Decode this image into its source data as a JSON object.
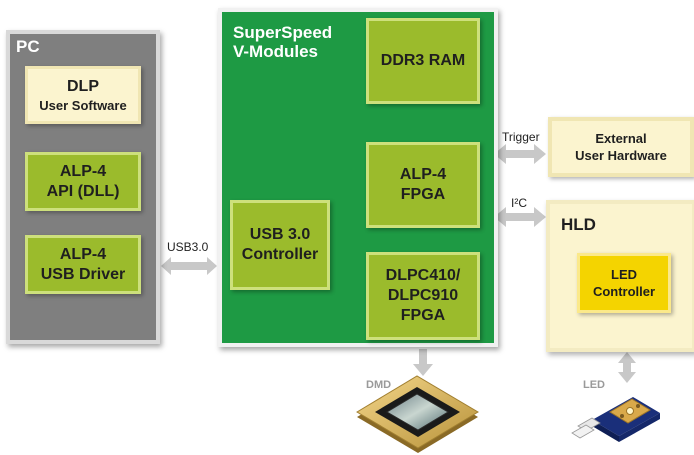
{
  "pc": {
    "title": "PC",
    "software": {
      "line1": "DLP",
      "line2": "User Software"
    },
    "api": {
      "line1": "ALP-4",
      "line2": "API (DLL)"
    },
    "driver": {
      "line1": "ALP-4",
      "line2": "USB Driver"
    }
  },
  "superspeed": {
    "title_line1": "SuperSpeed",
    "title_line2": "V-Modules",
    "ram": "DDR3 RAM",
    "fpga": {
      "line1": "ALP-4",
      "line2": "FPGA"
    },
    "usb": {
      "line1": "USB 3.0",
      "line2": "Controller"
    },
    "dlpc": {
      "line1": "DLPC410/",
      "line2": "DLPC910",
      "line3": "FPGA"
    }
  },
  "external": {
    "line1": "External",
    "line2": "User Hardware"
  },
  "hld": {
    "title": "HLD",
    "led_controller": {
      "line1": "LED",
      "line2": "Controller"
    }
  },
  "labels": {
    "usb3": "USB3.0",
    "trigger": "Trigger",
    "i2c": "I²C",
    "dmd": "DMD",
    "led": "LED"
  },
  "colors": {
    "pc_panel": "#7f7f7f",
    "superspeed_panel": "#1e9a44",
    "module_green": "#9bbb2c",
    "cream": "#fbf4cf",
    "led_yellow": "#f4d400",
    "arrow": "#c8c8c8"
  },
  "icons": [
    "dmd-chip-icon",
    "led-module-icon"
  ]
}
